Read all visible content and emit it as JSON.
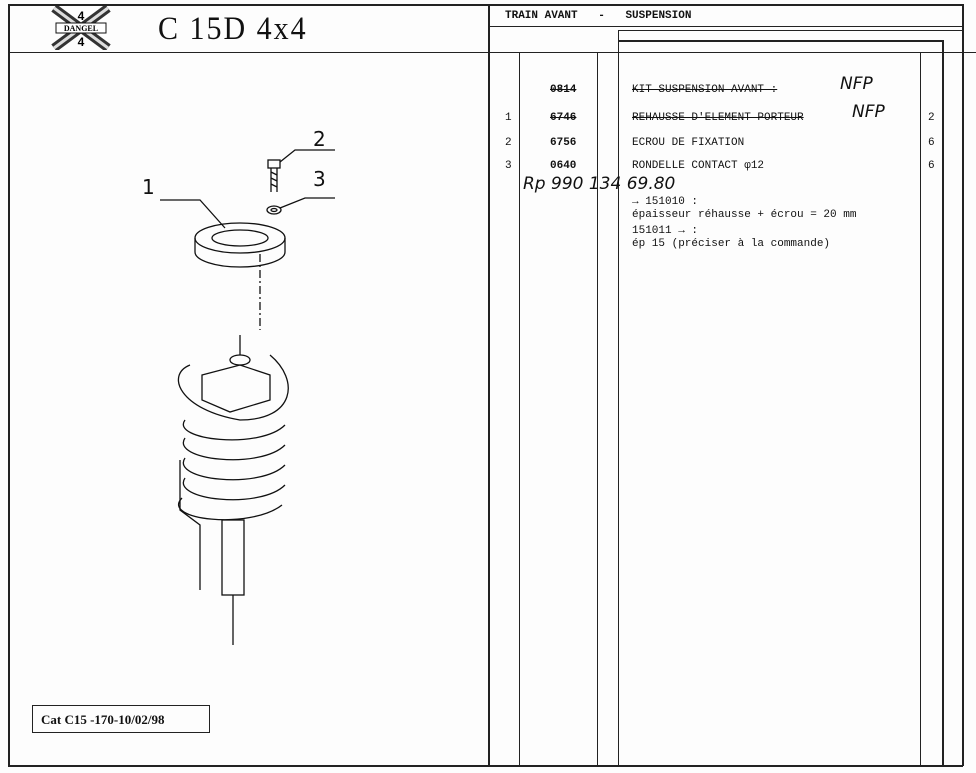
{
  "header": {
    "logo_text": "DANGEL 4x4",
    "model_title": "C 15D  4x4",
    "section": {
      "part1": "TRAIN AVANT",
      "separator": "-",
      "part2": "SUSPENSION"
    }
  },
  "parts": [
    {
      "index": "",
      "ref": "0814",
      "description": "KIT SUSPENSION AVANT :",
      "qty": "",
      "struck": true,
      "annotation": "NFP"
    },
    {
      "index": "1",
      "ref": "6746",
      "description": "REHAUSSE D'ELEMENT PORTEUR",
      "qty": "2",
      "struck": true,
      "annotation": "NFP"
    },
    {
      "index": "2",
      "ref": "6756",
      "description": "ECROU DE FIXATION",
      "qty": "6",
      "struck": false,
      "annotation": ""
    },
    {
      "index": "3",
      "ref": "0640",
      "description": "RONDELLE CONTACT φ12",
      "qty": "6",
      "struck": false,
      "annotation": ""
    }
  ],
  "handwritten_ref": "Rp 990 134 69.80",
  "notes": [
    "→ 151010 :",
    "épaisseur réhausse + écrou = 20 mm",
    "151011 → :",
    "ép 15 (préciser à la commande)"
  ],
  "diagram": {
    "callouts": [
      "1",
      "2",
      "3"
    ]
  },
  "footer": {
    "catalog_ref": "Cat C15 -170-10/02/98"
  }
}
